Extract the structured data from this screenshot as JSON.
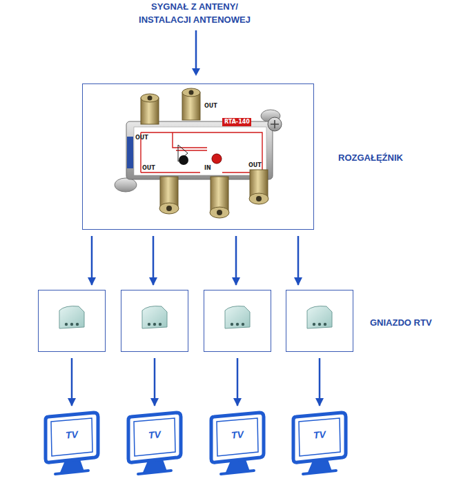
{
  "diagram": {
    "title": "SYGNAŁ Z ANTENY/ INSTALACJI ANTENOWEJ",
    "nodes": [
      {
        "text": [
          "ROZGAŁĘŹNIK"
        ]
      },
      {
        "text": []
      },
      {
        "text": []
      },
      {
        "text": []
      },
      {
        "text": [
          "GNIAZDO RTV"
        ]
      },
      {
        "text": [
          "TV"
        ]
      },
      {
        "text": [
          "TV"
        ]
      },
      {
        "text": [
          "TV"
        ]
      },
      {
        "text": [
          "TV"
        ]
      }
    ],
    "edges": [
      {
        "from": 0,
        "to": 1,
        "arrow": "to"
      },
      {
        "from": 0,
        "to": 2,
        "arrow": "to"
      },
      {
        "from": 0,
        "to": 3,
        "arrow": "to"
      },
      {
        "from": 0,
        "to": 4,
        "arrow": "to"
      },
      {
        "from": 1,
        "to": 5,
        "arrow": "to"
      },
      {
        "from": 2,
        "to": 6,
        "arrow": "to"
      },
      {
        "from": 3,
        "to": 7,
        "arrow": "to"
      },
      {
        "from": 4,
        "to": 8,
        "arrow": "to"
      }
    ],
    "labels": [
      "OUT",
      "OUT",
      "OUT",
      "OUT",
      "IN",
      "RTA-140"
    ]
  }
}
